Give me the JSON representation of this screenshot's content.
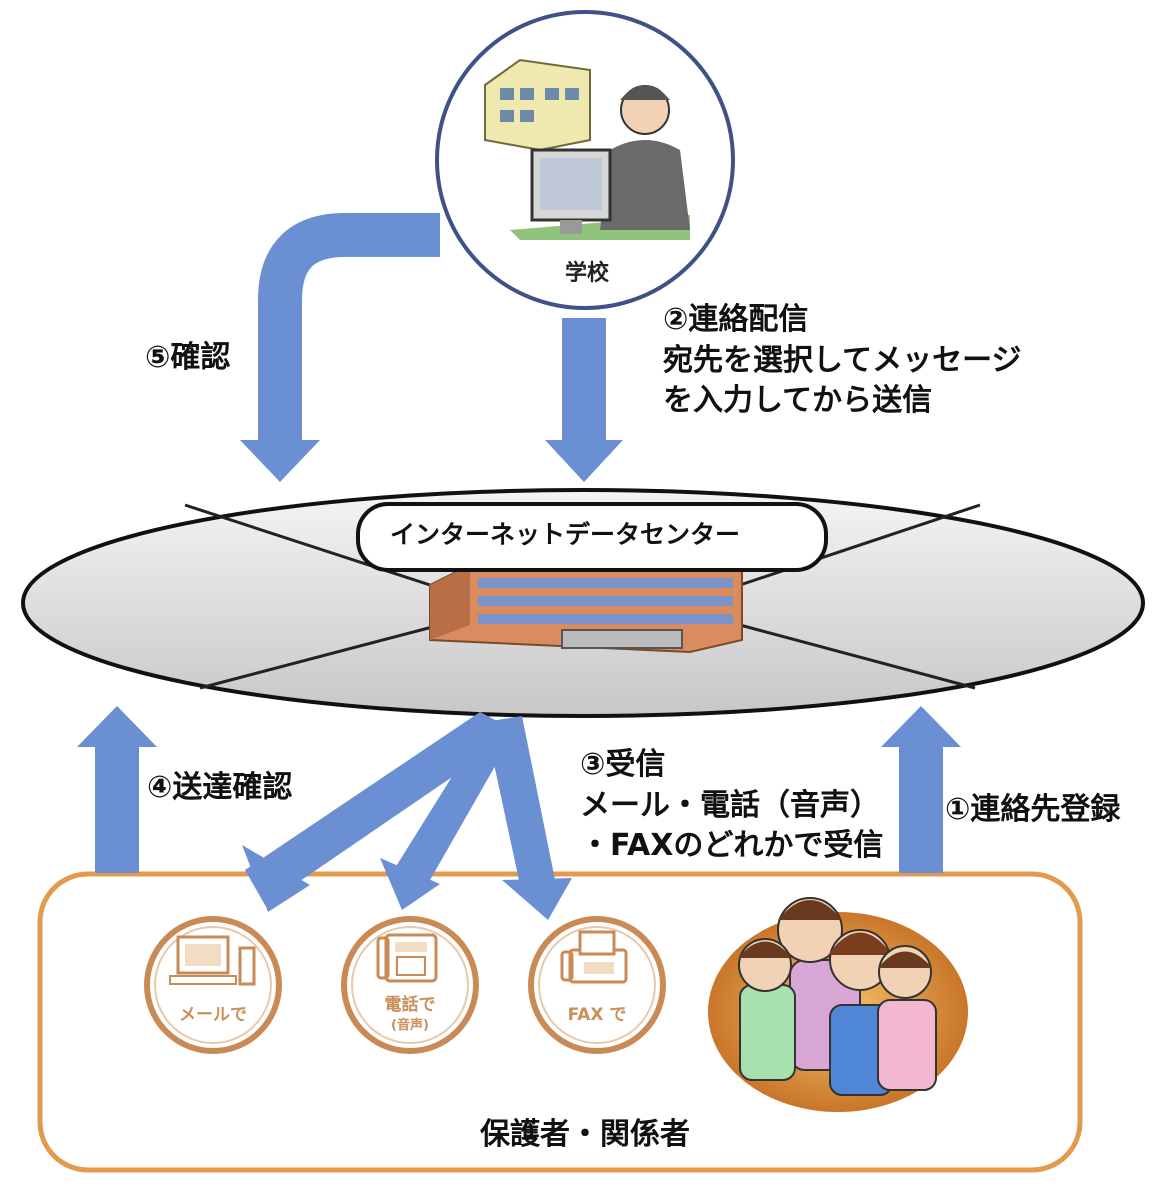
{
  "nodes": {
    "school": {
      "label": "学校"
    },
    "datacenter": {
      "label": "インターネットデータセンター"
    },
    "guardians": {
      "label": "保護者・関係者"
    }
  },
  "steps": {
    "step1": {
      "title": "①連絡先登録"
    },
    "step2": {
      "title": "②連絡配信",
      "lines": [
        "宛先を選択してメッセージ",
        "を入力してから送信"
      ]
    },
    "step3": {
      "title": "③受信",
      "lines": [
        "メール・電話（音声）",
        "・FAXのどれかで受信"
      ]
    },
    "step4": {
      "title": "④送達確認"
    },
    "step5": {
      "title": "⑤確認"
    }
  },
  "channels": [
    {
      "label": "メールで",
      "icon": "computer-icon"
    },
    {
      "label": "電話で",
      "sub": "(音声)",
      "icon": "telephone-icon"
    },
    {
      "label": "FAX で",
      "icon": "fax-machine-icon"
    }
  ],
  "colors": {
    "arrow": "#6b8fd3",
    "box_border": "#e39a4d",
    "circle_border": "#3f5187",
    "icon_ring": "#c98a55"
  }
}
